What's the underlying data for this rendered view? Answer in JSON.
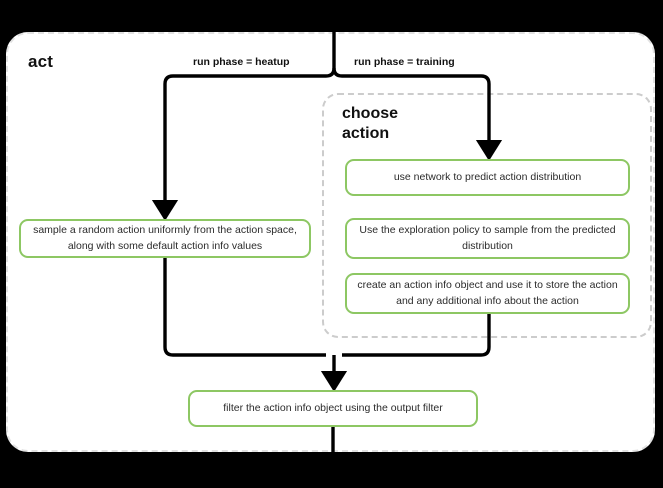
{
  "diagram": {
    "type": "flowchart",
    "title": "act",
    "background_color": "#000000",
    "container_color": "#ffffff",
    "node_border_color": "#8dc763",
    "group_border_color": "#cccccc"
  },
  "groups": {
    "act": {
      "label": "act"
    },
    "choose_action": {
      "label": "choose action",
      "label_line1": "choose",
      "label_line2": "action"
    }
  },
  "edge_labels": {
    "heatup": "run phase = heatup",
    "training": "run phase = training"
  },
  "nodes": {
    "sample_random": {
      "label": "sample a random action uniformly from the action space, along with some default action info values"
    },
    "use_network": {
      "label": "use network to predict action distribution"
    },
    "exploration_policy": {
      "label": "Use the exploration policy to sample from the predicted distribution"
    },
    "action_info_object": {
      "label": "create an action info object and use it to store the action and any additional info about the action"
    },
    "output_filter": {
      "label": "filter the action info object using the output filter"
    }
  }
}
